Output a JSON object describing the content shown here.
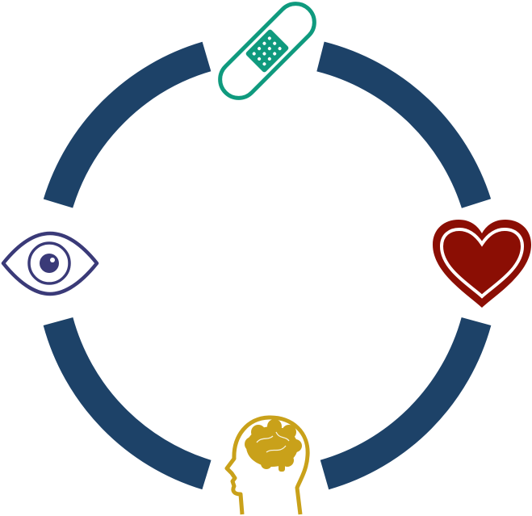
{
  "diagram": {
    "type": "cycle",
    "ring_color": "#1d4268",
    "nodes": [
      {
        "position": "top",
        "icon": "bandage-icon",
        "color": "#0f9a7e"
      },
      {
        "position": "right",
        "icon": "heart-icon",
        "color": "#8b0e04"
      },
      {
        "position": "bottom",
        "icon": "brain-head-icon",
        "color": "#c9a11a"
      },
      {
        "position": "left",
        "icon": "eye-icon",
        "color": "#3a3a78"
      }
    ]
  }
}
